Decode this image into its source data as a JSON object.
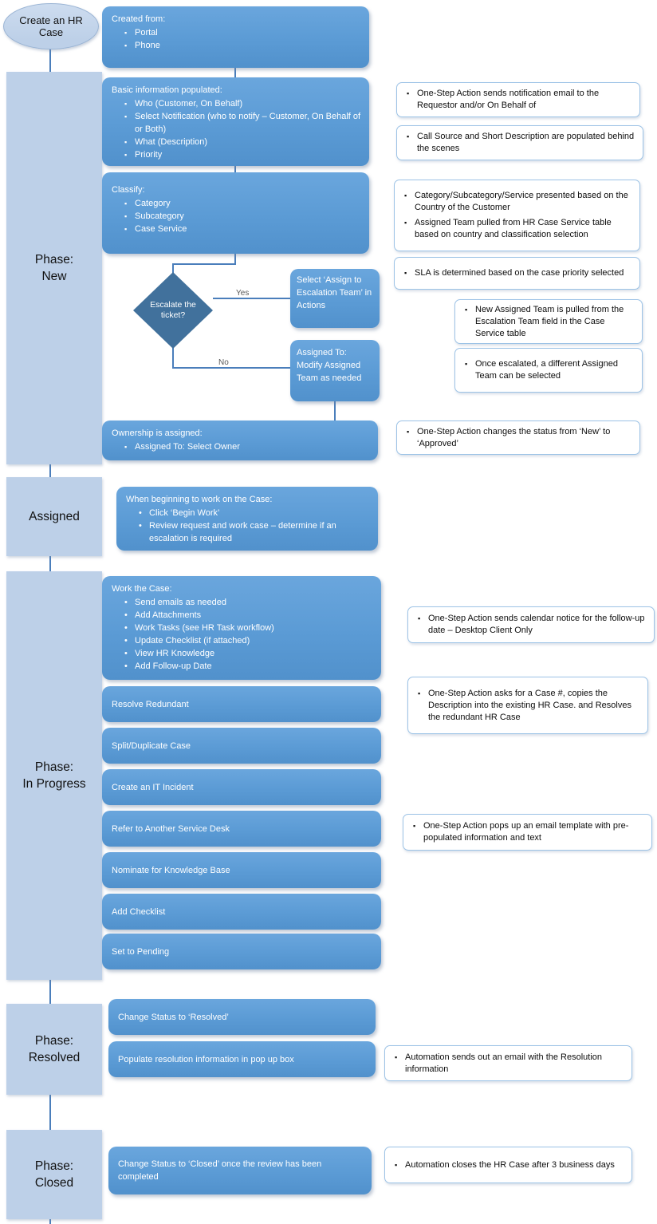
{
  "start": {
    "label": "Create an HR Case"
  },
  "created_from": {
    "title": "Created from:",
    "items": [
      "Portal",
      "Phone"
    ]
  },
  "phase_new": {
    "label": "Phase:\nNew",
    "basic_info": {
      "title": "Basic information populated:",
      "items": [
        "Who (Customer, On Behalf)",
        "Select Notification (who to notify – Customer, On Behalf of or Both)",
        "What (Description)",
        "Priority"
      ]
    },
    "classify": {
      "title": "Classify:",
      "items": [
        "Category",
        "Subcategory",
        "Case Service"
      ]
    },
    "decision": {
      "label": "Escalate the ticket?",
      "yes": "Yes",
      "no": "No"
    },
    "escalation_yes": "Select ‘Assign to Escalation Team’ in Actions",
    "escalation_no": "Assigned To: Modify Assigned Team as needed",
    "ownership": {
      "title": "Ownership is assigned:",
      "items": [
        "Assigned To: Select Owner"
      ]
    }
  },
  "phase_assigned": {
    "label": "Assigned",
    "begin_work": {
      "title": "When beginning to work on the Case:",
      "items": [
        "Click ‘Begin Work’",
        "Review request and work case – determine if an escalation is required"
      ]
    }
  },
  "phase_in_progress": {
    "label": "Phase:\nIn Progress",
    "work_case": {
      "title": "Work the Case:",
      "items": [
        "Send emails as needed",
        "Add Attachments",
        "Work Tasks (see HR Task workflow)",
        "Update Checklist (if attached)",
        "View HR Knowledge",
        "Add Follow-up Date"
      ]
    },
    "actions": [
      "Resolve Redundant",
      "Split/Duplicate Case",
      "Create an IT Incident",
      "Refer to Another Service Desk",
      "Nominate for Knowledge Base",
      "Add Checklist",
      "Set to Pending"
    ]
  },
  "phase_resolved": {
    "label": "Phase:\nResolved",
    "steps": [
      "Change Status to ‘Resolved’",
      "Populate resolution information in pop up box"
    ]
  },
  "phase_closed": {
    "label": "Phase:\nClosed",
    "steps": [
      "Change Status to ‘Closed’ once the review has been completed"
    ]
  },
  "callouts": {
    "notification": {
      "items": [
        "One-Step Action sends notification email to the Requestor and/or On Behalf of"
      ]
    },
    "call_source": {
      "items": [
        "Call Source and Short Description are populated behind the scenes"
      ]
    },
    "category": {
      "items": [
        "Category/Subcategory/Service presented based on the Country of the Customer",
        "Assigned Team pulled from HR Case Service table based on country and classification selection"
      ]
    },
    "sla": {
      "items": [
        "SLA is determined based on the case priority selected"
      ]
    },
    "new_team": {
      "items": [
        "New Assigned Team is pulled from the Escalation Team field in the Case Service table"
      ]
    },
    "once_escalated": {
      "items": [
        "Once escalated, a different Assigned Team can be selected"
      ]
    },
    "status_change": {
      "items": [
        "One-Step Action changes the status from ‘New’ to ‘Approved’"
      ]
    },
    "calendar": {
      "items": [
        "One-Step Action sends calendar notice for the follow-up date – Desktop Client Only"
      ]
    },
    "case_number": {
      "items": [
        "One-Step Action asks for a Case #, copies the Description into the existing HR Case. and Resolves the redundant HR Case"
      ]
    },
    "email_template": {
      "items": [
        "One-Step Action pops up an email template with pre-populated information and text"
      ]
    },
    "resolution_email": {
      "items": [
        "Automation sends out an email with the Resolution information"
      ]
    },
    "auto_close": {
      "items": [
        "Automation closes the HR Case after 3 business days"
      ]
    }
  },
  "colors": {
    "box_blue": "#5b9bd5",
    "diamond_blue": "#41719c",
    "phase_bar": "#bdd0e8",
    "callout_border": "#9dc3e6",
    "connector": "#4a7ebb"
  }
}
